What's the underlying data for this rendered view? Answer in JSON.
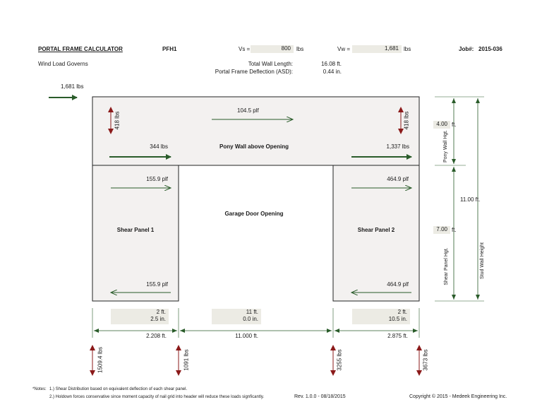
{
  "header": {
    "title": "PORTAL FRAME CALCULATOR",
    "code": "PFH1",
    "vs_label": "Vs =",
    "vs_value": "800",
    "vs_unit": "lbs",
    "vw_label": "Vw =",
    "vw_value": "1,681",
    "vw_unit": "lbs",
    "job_label": "Job#:",
    "job_value": "2015-036"
  },
  "summary": {
    "governs": "Wind Load Governs",
    "wall_length_label": "Total Wall Length:",
    "wall_length_value": "16.08 ft.",
    "deflection_label": "Portal Frame Deflection (ASD):",
    "deflection_value": "0.44 in."
  },
  "diagram": {
    "applied_load": "1,681  lbs",
    "pony_load_left": "418 lbs",
    "pony_load_right": "418 lbs",
    "pony_shear": "104.5  plf",
    "pony_force_left": "344  lbs",
    "pony_title": "Pony Wall above Opening",
    "pony_force_right": "1,337  lbs",
    "panel1_top": "155.9  plf",
    "panel1_bottom": "155.9  plf",
    "panel2_top": "464.9  plf",
    "panel2_bottom": "464.9  plf",
    "opening_title": "Garage Door Opening",
    "panel1_title": "Shear Panel 1",
    "panel2_title": "Shear Panel 2",
    "pony_height": "4.00",
    "pony_height_unit": "ft.",
    "pony_height_label": "Pony Wall Hgt.",
    "panel_height": "7.00",
    "panel_height_unit": "ft.",
    "panel_height_label": "Shear Panel Hgt.",
    "stud_height": "11.00  ft.",
    "stud_height_label": "Stud Wall Height"
  },
  "widths": {
    "panel1_ft": "2  ft.",
    "panel1_in": "2.5  in.",
    "opening_ft": "11  ft.",
    "opening_in": "0.0  in.",
    "panel2_ft": "2  ft.",
    "panel2_in": "10.5  in.",
    "dim1": "2.208  ft.",
    "dim2": "11.000  ft.",
    "dim3": "2.875  ft."
  },
  "holdowns": [
    "1509.4 lbs",
    "1091 lbs",
    "3255 lbs",
    "3673 lbs"
  ],
  "notes": {
    "label": "*Notes:",
    "note1": "1.) Shear Distribution based on equivalent deflection of each shear panel.",
    "note2": "2.) Holdown forces conservative since moment capacity of nail grid into header will reduce these loads signficantly.",
    "rev": "Rev. 1.0.0 - 08/18/2015",
    "copyright": "Copyright © 2015 - Medeek Engineering Inc."
  },
  "colors": {
    "green": "#2a5c2a",
    "red": "#8b1a1a",
    "panel": "#f3f1f0",
    "input": "#ecebe4"
  }
}
